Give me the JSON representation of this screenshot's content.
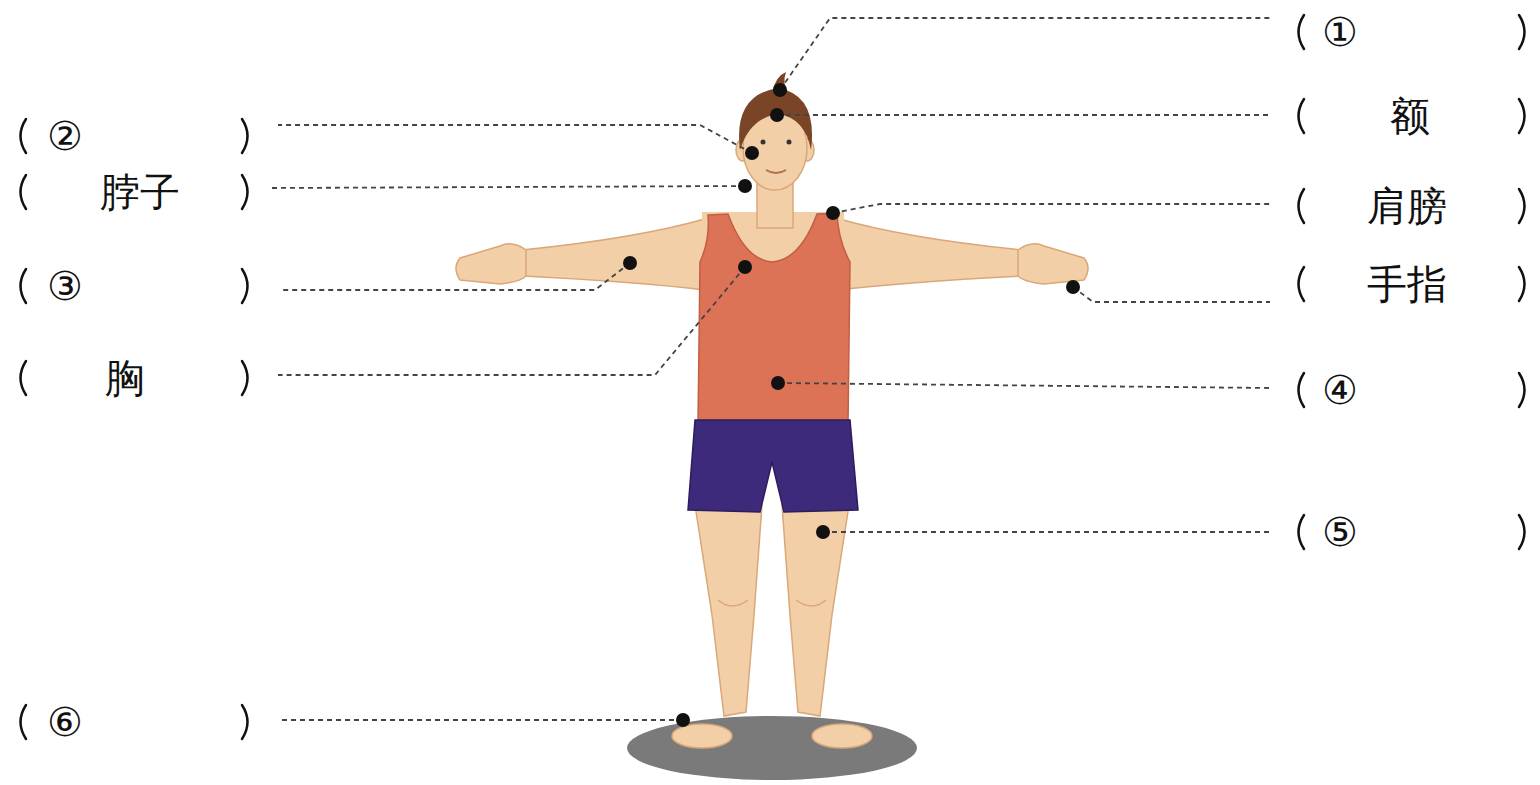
{
  "diagram": {
    "labels": [
      "①",
      "额",
      "②",
      "脖子",
      "肩膀",
      "③",
      "手指",
      "胸",
      "④",
      "⑤",
      "⑥"
    ]
  }
}
